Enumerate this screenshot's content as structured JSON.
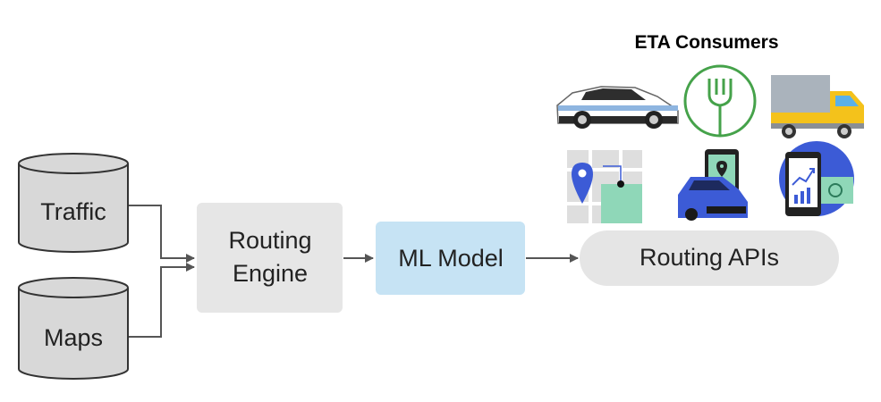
{
  "title": "ETA Consumers",
  "nodes": {
    "traffic": {
      "label": "Traffic",
      "shape": "cylinder",
      "color": "#d8d8d8"
    },
    "maps": {
      "label": "Maps",
      "shape": "cylinder",
      "color": "#d8d8d8"
    },
    "routing_engine": {
      "label_line1": "Routing",
      "label_line2": "Engine",
      "color": "#e6e6e6"
    },
    "ml_model": {
      "label": "ML Model",
      "color": "#c6e3f4"
    },
    "routing_apis": {
      "label": "Routing APIs",
      "color": "#e5e5e5"
    }
  },
  "edges": [
    {
      "from": "traffic",
      "to": "routing_engine"
    },
    {
      "from": "maps",
      "to": "routing_engine"
    },
    {
      "from": "routing_engine",
      "to": "ml_model"
    },
    {
      "from": "ml_model",
      "to": "routing_apis"
    }
  ],
  "consumer_icons": [
    "car-icon",
    "fork-icon",
    "delivery-truck-icon",
    "map-pin-icon",
    "phone-car-icon",
    "phone-chart-icon"
  ],
  "colors": {
    "edge": "#555555",
    "fork_green": "#45a24a",
    "car_blue": "#3c5bd6",
    "truck_yellow": "#f4c21b",
    "map_green": "#8fd7b8"
  }
}
